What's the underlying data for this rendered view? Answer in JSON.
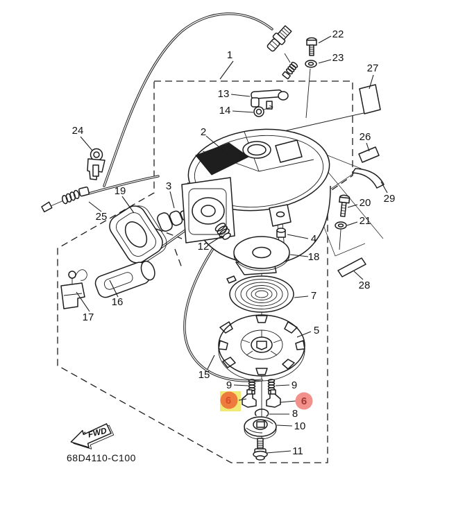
{
  "diagram": {
    "part_code": "68D4110-C100",
    "fwd_label": "FWD"
  },
  "callouts": {
    "1": "1",
    "2": "2",
    "3": "3",
    "4": "4",
    "5": "5",
    "7": "7",
    "8": "8",
    "10": "10",
    "11": "11",
    "12": "12",
    "13": "13",
    "14": "14",
    "15": "15",
    "16": "16",
    "17": "17",
    "18": "18",
    "19": "19",
    "20": "20",
    "21": "21",
    "22": "22",
    "23": "23",
    "24": "24",
    "25": "25",
    "26": "26",
    "27": "27",
    "28": "28",
    "29": "29",
    "6_left": "6",
    "6_right": "6",
    "9_left": "9",
    "9_right": "9"
  },
  "highlights": {
    "left_box_color": "#f0ea74",
    "left_circle_color": "#ee7b3e",
    "left_digit_color": "#d84a28",
    "right_circle_color": "#f2918b",
    "right_digit_color": "#a23733"
  },
  "colors": {
    "line": "#1c1c1c",
    "background": "#ffffff"
  }
}
